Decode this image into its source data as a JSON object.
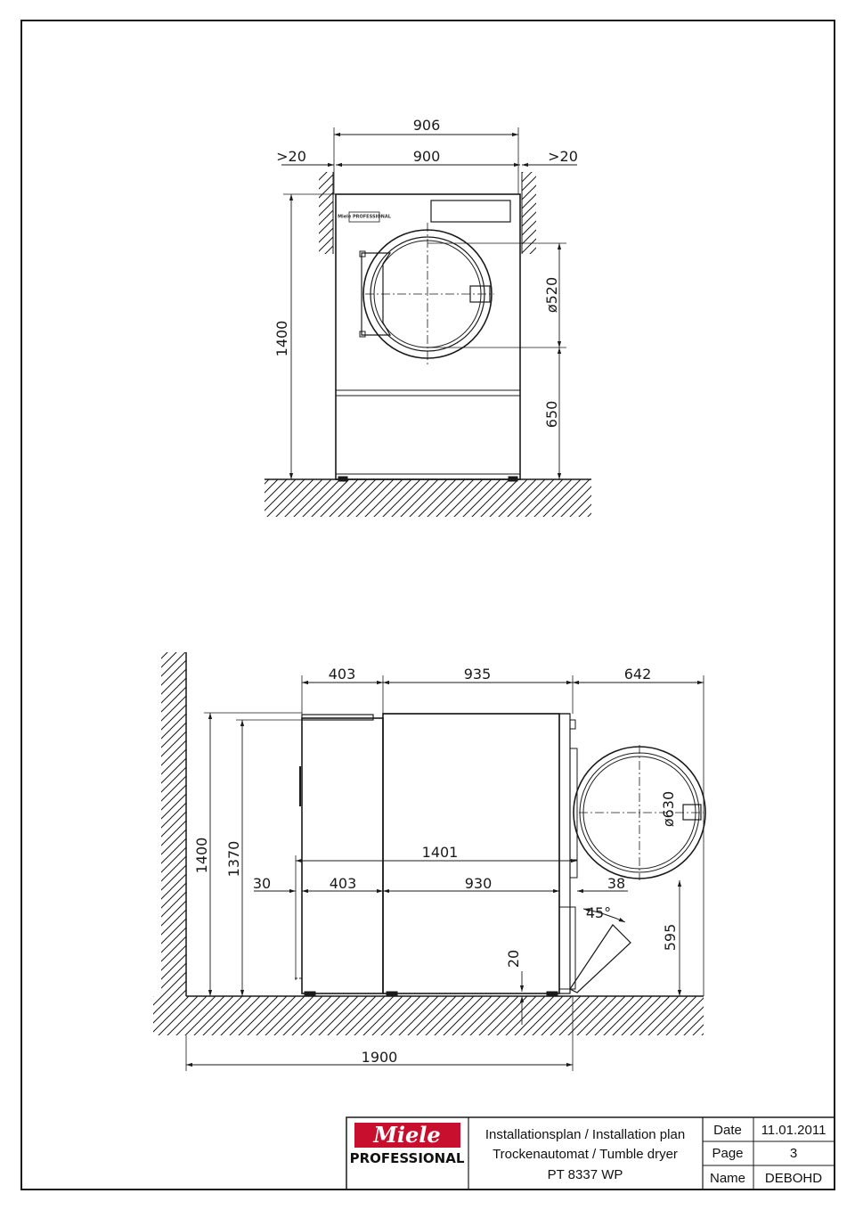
{
  "front_view": {
    "dims": {
      "overall_width": "906",
      "body_width": "900",
      "left_clearance": ">20",
      "right_clearance": ">20",
      "height": "1400",
      "door_diameter": "ø520",
      "door_center_height": "650"
    },
    "logo_text": "Miele PROFESSIONAL"
  },
  "side_view": {
    "dims": {
      "top_left": "403",
      "top_middle": "935",
      "top_right": "642",
      "height_total": "1400",
      "height_body": "1370",
      "wall_gap": "30",
      "foot_left": "403",
      "foot_span": "930",
      "foot_right": "38",
      "depth_1401": "1401",
      "door_diameter": "ø630",
      "lint_angle": "45°",
      "door_height": "595",
      "foot_height": "20",
      "overall_length": "1900"
    }
  },
  "title_block": {
    "logo_word": "Miele",
    "logo_sub": "PROFESSIONAL",
    "line1": "Installationsplan / Installation plan",
    "line2": "Trockenautomat / Tumble dryer",
    "line3": "PT 8337 WP",
    "date_label": "Date",
    "date_value": "11.01.2011",
    "page_label": "Page",
    "page_value": "3",
    "name_label": "Name",
    "name_value": "DEBOHD"
  },
  "colors": {
    "line": "#1a1a1a",
    "logo_red": "#c8102e"
  }
}
